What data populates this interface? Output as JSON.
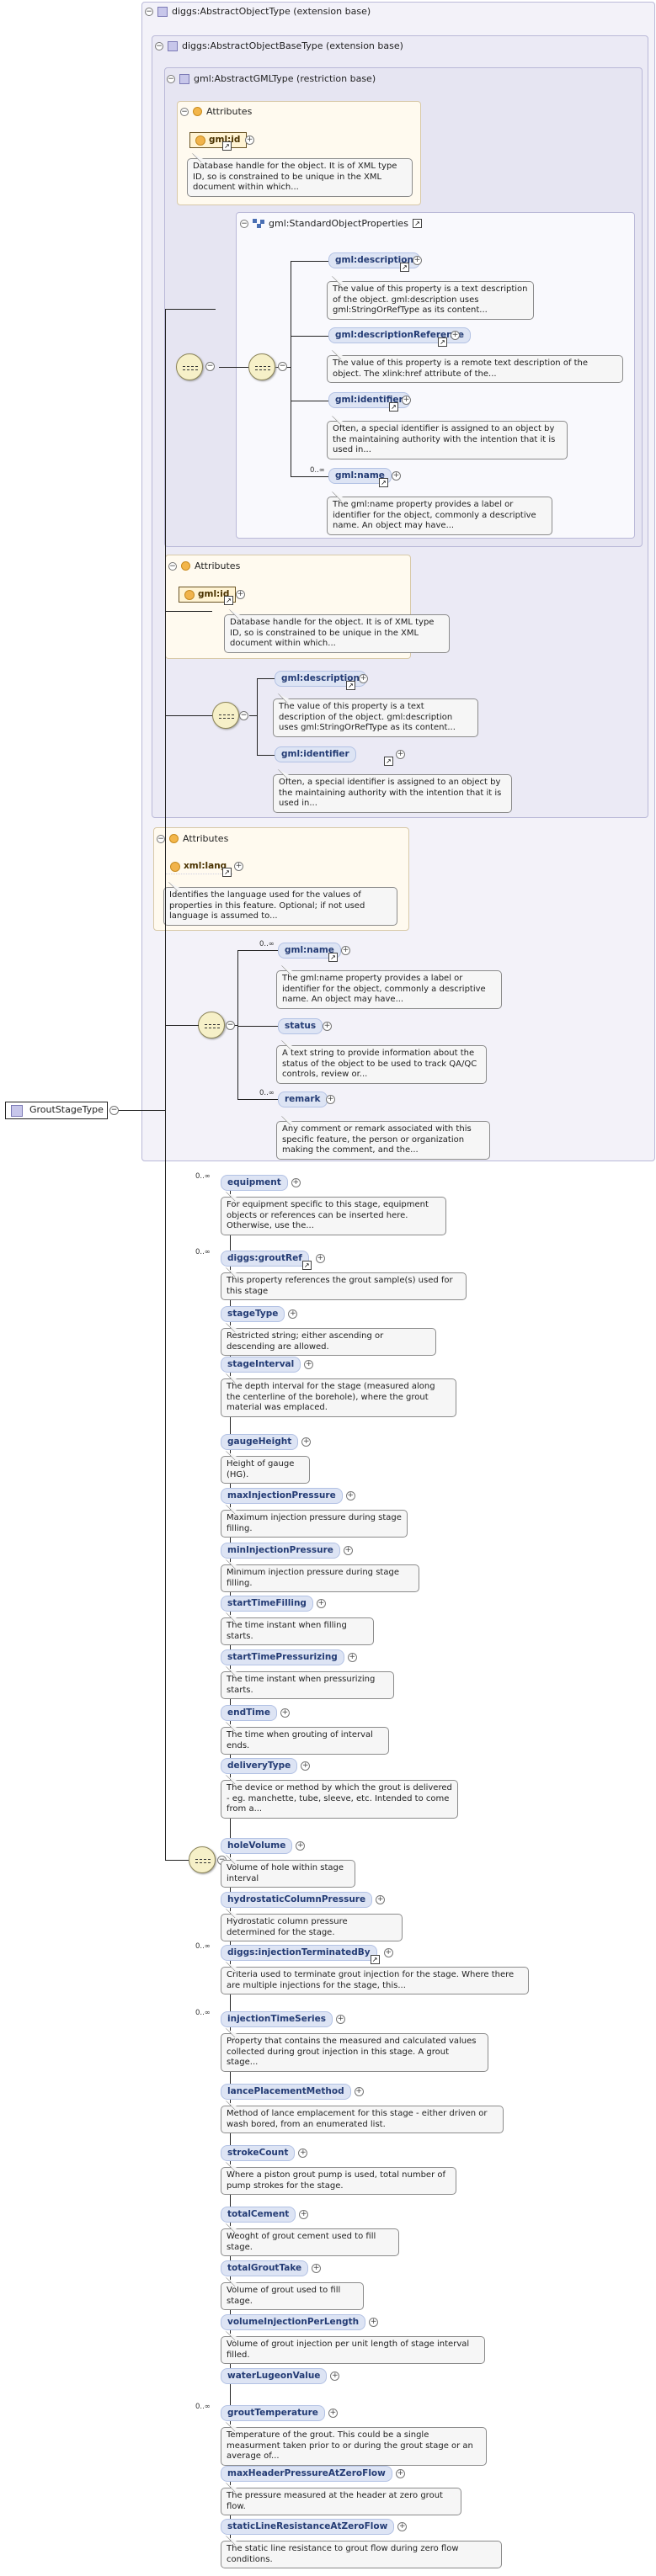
{
  "root": {
    "name": "GroutStageType"
  },
  "panels": {
    "p1": "diggs:AbstractObjectType (extension base)",
    "p2": "diggs:AbstractObjectBaseType (extension base)",
    "p3": "gml:AbstractGMLType (restriction base)",
    "std": "gml:StandardObjectProperties"
  },
  "attributes_title": "Attributes",
  "gml_id": {
    "name": "gml:id",
    "doc": "Database handle for the object. It is of XML type ID, so is constrained to be unique in the XML document within which..."
  },
  "gml_description": {
    "name": "gml:description",
    "doc": "The value of this property is a text description of the object. gml:description uses gml:StringOrRefType as its content..."
  },
  "gml_descriptionReference": {
    "name": "gml:descriptionReference",
    "doc": "The value of this property is a remote text description of the object. The xlink:href attribute of the..."
  },
  "gml_identifier": {
    "name": "gml:identifier",
    "doc": "Often, a special identifier is assigned to an object by the maintaining authority with the intention that it is used in..."
  },
  "gml_name": {
    "name": "gml:name",
    "doc": "The gml:name property provides a label or identifier for the object, commonly a descriptive name. An object may have..."
  },
  "xml_lang": {
    "name": "xml:lang",
    "doc": "Identifies the language used for the values of properties in this feature. Optional; if not used language is assumed to..."
  },
  "status": {
    "name": "status",
    "doc": "A text string to provide information about the status of the object to be used to track QA/QC controls, review or..."
  },
  "remark": {
    "name": "remark",
    "doc": "Any comment or remark associated with this specific feature, the person or organization making the comment, and the..."
  },
  "card_many": "0..∞",
  "elements": [
    {
      "name": "equipment",
      "card": "0..∞",
      "doc": "For equipment specific to this stage, equipment objects or references can be inserted here. Otherwise, use the..."
    },
    {
      "name": "diggs:groutRef",
      "card": "0..∞",
      "doc": "This property references the grout sample(s) used for this stage"
    },
    {
      "name": "stageType",
      "card": "",
      "doc": "Restricted string; either ascending or descending are allowed."
    },
    {
      "name": "stageInterval",
      "card": "",
      "doc": "The depth interval for the stage (measured along the centerline of the borehole), where the grout material was emplaced."
    },
    {
      "name": "gaugeHeight",
      "card": "",
      "doc": "Height of gauge (HG)."
    },
    {
      "name": "maxInjectionPressure",
      "card": "",
      "doc": "Maximum injection pressure during stage filling."
    },
    {
      "name": "minInjectionPressure",
      "card": "",
      "doc": "Minimum injection pressure during stage filling."
    },
    {
      "name": "startTimeFilling",
      "card": "",
      "doc": "The time instant when filling starts."
    },
    {
      "name": "startTimePressurizing",
      "card": "",
      "doc": "The time instant when pressurizing starts."
    },
    {
      "name": "endTime",
      "card": "",
      "doc": "The time when grouting of interval ends."
    },
    {
      "name": "deliveryType",
      "card": "",
      "doc": "The device or method by which the grout is delivered - eg. manchette, tube, sleeve, etc. Intended to come from a..."
    },
    {
      "name": "holeVolume",
      "card": "",
      "doc": "Volume of hole within stage interval"
    },
    {
      "name": "hydrostaticColumnPressure",
      "card": "",
      "doc": "Hydrostatic column pressure determined for the stage."
    },
    {
      "name": "diggs:injectionTerminatedBy",
      "card": "0..∞",
      "doc": "Criteria used to terminate grout injection for the stage. Where there are multiple injections for the stage, this..."
    },
    {
      "name": "injectionTimeSeries",
      "card": "0..∞",
      "doc": "Property that contains the measured and calculated values collected during grout injection in this stage. A grout stage..."
    },
    {
      "name": "lancePlacementMethod",
      "card": "",
      "doc": "Method of lance emplacement for this stage - either driven or wash bored, from an enumerated list."
    },
    {
      "name": "strokeCount",
      "card": "",
      "doc": "Where a piston grout pump is used, total number of pump strokes for the stage."
    },
    {
      "name": "totalCement",
      "card": "",
      "doc": "Weoght of grout cement used to fill stage."
    },
    {
      "name": "totalGroutTake",
      "card": "",
      "doc": "Volume of grout used to fill stage."
    },
    {
      "name": "volumeInjectionPerLength",
      "card": "",
      "doc": "Volume of grout injection per unit length of stage interval filled."
    },
    {
      "name": "waterLugeonValue",
      "card": "",
      "doc": ""
    },
    {
      "name": "groutTemperature",
      "card": "0..∞",
      "doc": "Temperature of the grout. This could be a single measurment taken prior to or during the grout stage or an average of..."
    },
    {
      "name": "maxHeaderPressureAtZeroFlow",
      "card": "",
      "doc": "The pressure measured at the header at zero grout flow."
    },
    {
      "name": "staticLineResistanceAtZeroFlow",
      "card": "",
      "doc": "The static line resistance to grout flow during zero flow conditions."
    }
  ]
}
